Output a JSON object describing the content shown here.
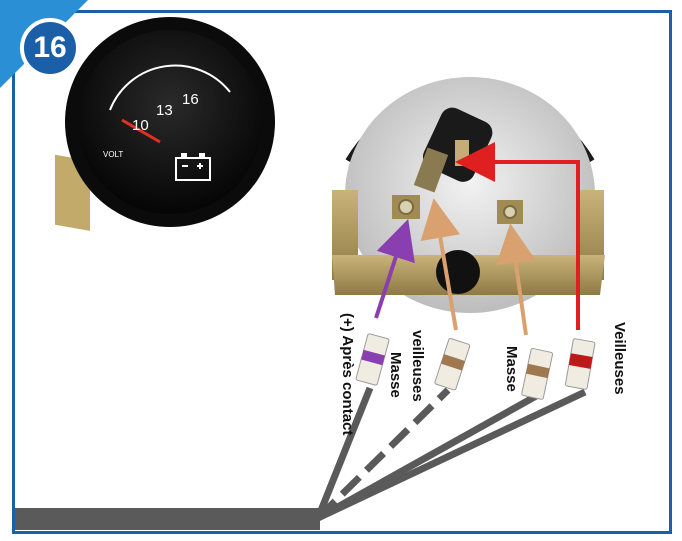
{
  "step_number": "16",
  "gauge": {
    "scale": [
      "10",
      "13",
      "16"
    ],
    "unit_label": "VOLT",
    "icon": "battery-icon"
  },
  "connectors": [
    {
      "label": "(+) Après contact",
      "color": "#8a3fb0"
    },
    {
      "label": "Masse veilleuses",
      "color": "#b08a5a"
    },
    {
      "label": "Masse",
      "color": "#b08a5a"
    },
    {
      "label": "Veilleuses",
      "color": "#d42020"
    }
  ],
  "colors": {
    "frame": "#1b5fa8",
    "corner": "#2b8fd6",
    "wire": "#5a5a5a",
    "arrow_red": "#e02020",
    "arrow_purple": "#8a3fb0",
    "arrow_tan": "#d9a070"
  }
}
